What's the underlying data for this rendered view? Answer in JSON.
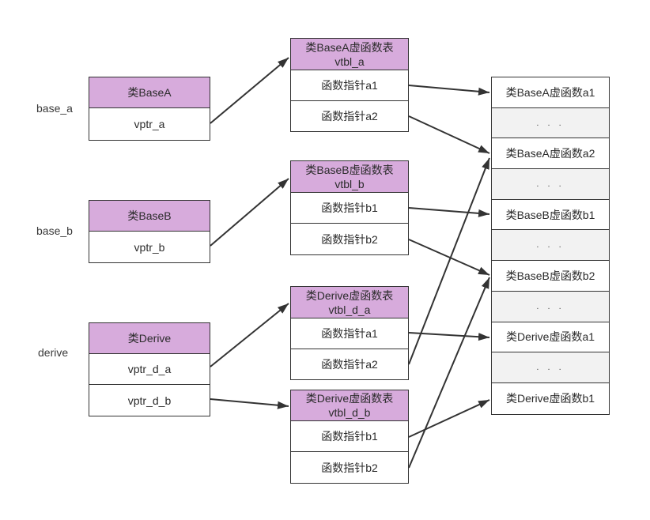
{
  "colors": {
    "background": "#ffffff",
    "header_fill": "#d7abdc",
    "row_fill": "#ffffff",
    "gap_fill": "#f2f2f2",
    "border": "#333333",
    "arrow": "#333333",
    "text": "#2b2b2b"
  },
  "objects": [
    {
      "label": "base_a",
      "title": "类BaseA",
      "rows": [
        "vptr_a"
      ]
    },
    {
      "label": "base_b",
      "title": "类BaseB",
      "rows": [
        "vptr_b"
      ]
    },
    {
      "label": "derive",
      "title": "类Derive",
      "rows": [
        "vptr_d_a",
        "vptr_d_b"
      ]
    }
  ],
  "vtables": [
    {
      "title_line1": "类BaseA虚函数表",
      "title_line2": "vtbl_a",
      "rows": [
        "函数指针a1",
        "函数指针a2"
      ]
    },
    {
      "title_line1": "类BaseB虚函数表",
      "title_line2": "vtbl_b",
      "rows": [
        "函数指针b1",
        "函数指针b2"
      ]
    },
    {
      "title_line1": "类Derive虚函数表",
      "title_line2": "vtbl_d_a",
      "rows": [
        "函数指针a1",
        "函数指针a2"
      ]
    },
    {
      "title_line1": "类Derive虚函数表",
      "title_line2": "vtbl_d_b",
      "rows": [
        "函数指针b1",
        "函数指针b2"
      ]
    }
  ],
  "memory": {
    "rows": [
      {
        "label": "类BaseA虚函数a1",
        "gap": false
      },
      {
        "label": ". . .",
        "gap": true
      },
      {
        "label": "类BaseA虚函数a2",
        "gap": false
      },
      {
        "label": ". . .",
        "gap": true
      },
      {
        "label": "类BaseB虚函数b1",
        "gap": false
      },
      {
        "label": ". . .",
        "gap": true
      },
      {
        "label": "类BaseB虚函数b2",
        "gap": false
      },
      {
        "label": ". . .",
        "gap": true
      },
      {
        "label": "类Derive虚函数a1",
        "gap": false
      },
      {
        "label": ". . .",
        "gap": true
      },
      {
        "label": "类Derive虚函数b1",
        "gap": false
      }
    ]
  },
  "arrows": [
    {
      "from": "vptr_a",
      "to": "vtbl_a"
    },
    {
      "from": "vptr_b",
      "to": "vtbl_b"
    },
    {
      "from": "vptr_d_a",
      "to": "vtbl_d_a"
    },
    {
      "from": "vptr_d_b",
      "to": "vtbl_d_b"
    },
    {
      "from": "vtbl_a.函数指针a1",
      "to": "类BaseA虚函数a1"
    },
    {
      "from": "vtbl_a.函数指针a2",
      "to": "类BaseA虚函数a2"
    },
    {
      "from": "vtbl_b.函数指针b1",
      "to": "类BaseB虚函数b1"
    },
    {
      "from": "vtbl_b.函数指针b2",
      "to": "类BaseB虚函数b2"
    },
    {
      "from": "vtbl_d_a.函数指针a1",
      "to": "类Derive虚函数a1"
    },
    {
      "from": "vtbl_d_a.函数指针a2",
      "to": "类BaseA虚函数a2"
    },
    {
      "from": "vtbl_d_b.函数指针b1",
      "to": "类Derive虚函数b1"
    },
    {
      "from": "vtbl_d_b.函数指针b2",
      "to": "类BaseB虚函数b2"
    }
  ]
}
